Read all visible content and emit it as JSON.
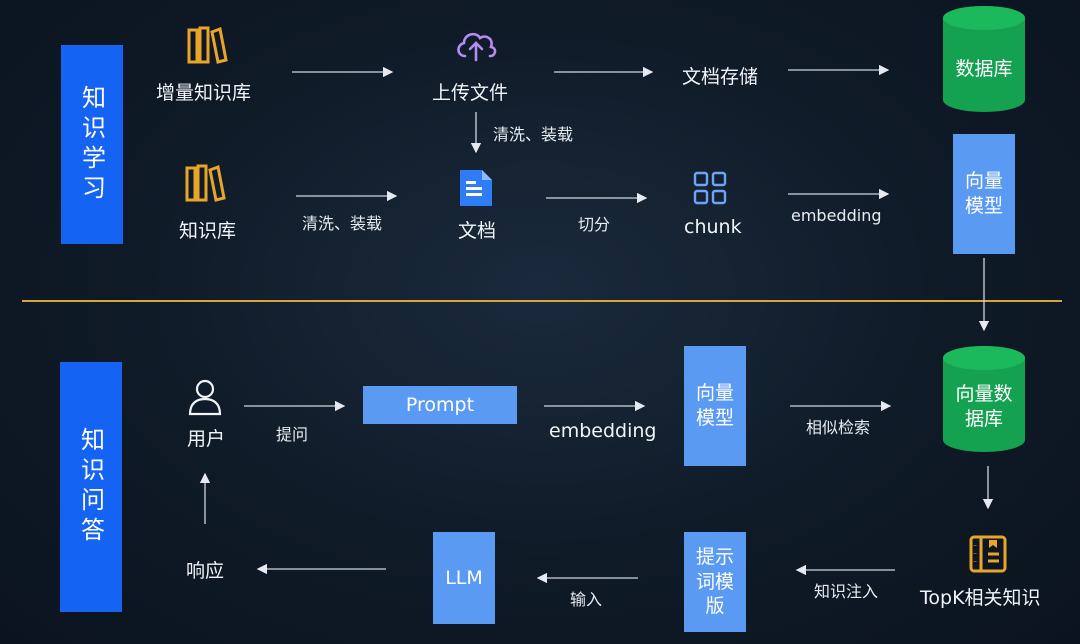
{
  "sections": {
    "learning": "知识学习",
    "qa": "知识问答"
  },
  "top": {
    "incremental_kb": "增量知识库",
    "upload_file": "上传文件",
    "doc_storage": "文档存储",
    "database": "数据库",
    "clean_load_vertical": "清洗、装载",
    "kb": "知识库",
    "clean_load": "清洗、装载",
    "document": "文档",
    "split": "切分",
    "chunk": "chunk",
    "embedding": "embedding",
    "vector_model": "向量模型"
  },
  "bottom": {
    "user": "用户",
    "ask": "提问",
    "prompt": "Prompt",
    "embedding": "embedding",
    "vector_model": "向量模型",
    "similarity_search": "相似检索",
    "vector_db": "向量数据库",
    "response": "响应",
    "llm": "LLM",
    "input": "输入",
    "prompt_template": "提示词模版",
    "knowledge_injection": "知识注入",
    "topk": "TopK相关知识"
  }
}
